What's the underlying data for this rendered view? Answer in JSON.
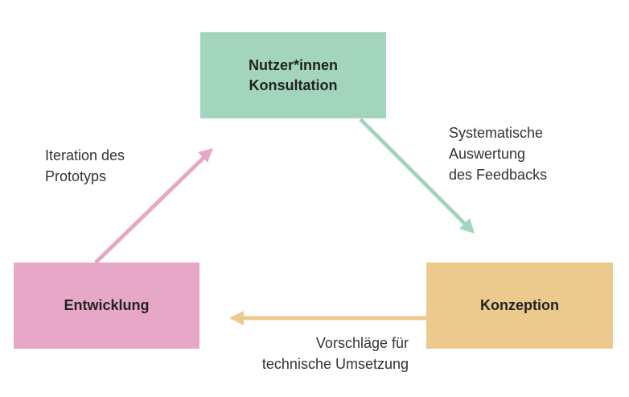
{
  "nodes": {
    "top": {
      "label": "Nutzer*innen\nKonsultation",
      "color": "#a3d5bc"
    },
    "left": {
      "label": "Entwicklung",
      "color": "#e7a8c8"
    },
    "right": {
      "label": "Konzeption",
      "color": "#ecc98c"
    }
  },
  "edges": {
    "top_to_right": {
      "label": "Systematische\nAuswertung\ndes Feedbacks",
      "color": "#a3d5bc"
    },
    "right_to_left": {
      "label": "Vorschläge für\ntechnische Umsetzung",
      "color": "#ecc98c"
    },
    "left_to_top": {
      "label": "Iteration des\nPrototyps",
      "color": "#e7a8c8"
    }
  }
}
